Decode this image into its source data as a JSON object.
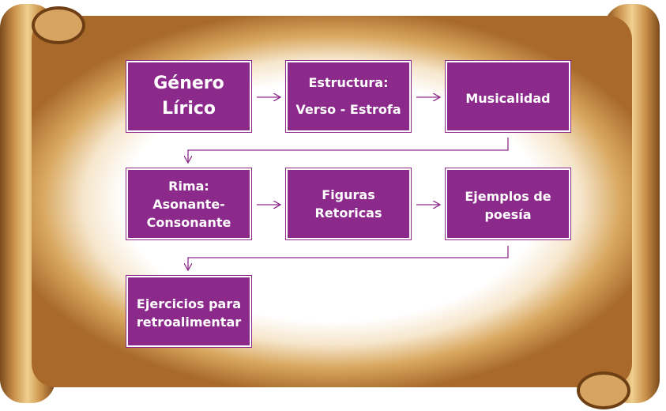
{
  "diagram": {
    "nodes": [
      {
        "id": "genero",
        "label_1": "Género",
        "label_2": "Lírico"
      },
      {
        "id": "estructura",
        "label_1": "Estructura:",
        "label_2": "Verso - Estrofa"
      },
      {
        "id": "musicalidad",
        "label_1": "Musicalidad"
      },
      {
        "id": "rima",
        "label_1": "Rima:",
        "label_2": "Asonante-",
        "label_3": "Consonante"
      },
      {
        "id": "figuras",
        "label_1": "Figuras",
        "label_2": "Retoricas"
      },
      {
        "id": "ejemplos",
        "label_1": "Ejemplos de",
        "label_2": "poesía"
      },
      {
        "id": "ejercicios",
        "label_1": "Ejercicios para",
        "label_2": "retroalimentar"
      }
    ],
    "edges": [
      [
        "genero",
        "estructura"
      ],
      [
        "estructura",
        "musicalidad"
      ],
      [
        "musicalidad",
        "rima"
      ],
      [
        "rima",
        "figuras"
      ],
      [
        "figuras",
        "ejemplos"
      ],
      [
        "ejemplos",
        "ejercicios"
      ]
    ],
    "colors": {
      "node": "#8c2a8c",
      "arrow": "#8c2a8c"
    }
  }
}
